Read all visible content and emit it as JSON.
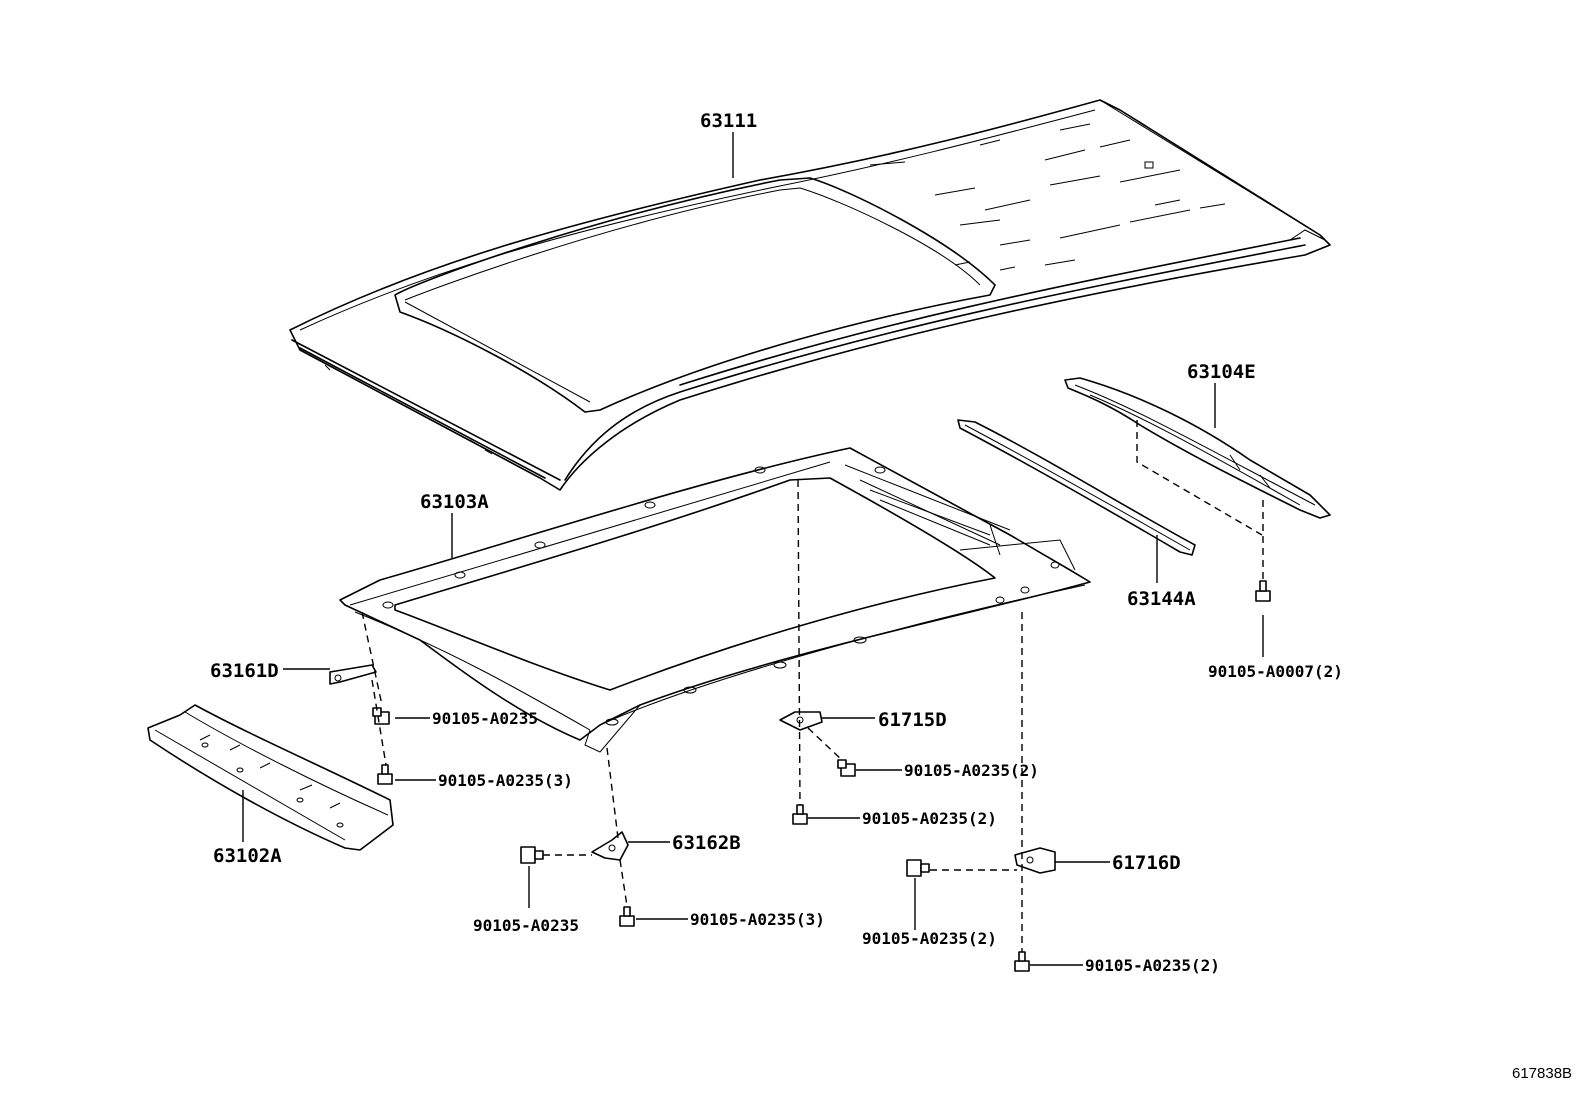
{
  "diagram_id": "617838B",
  "labels": {
    "roof_panel": "63111",
    "roof_frame": "63103A",
    "rear_bow": "63104E",
    "roof_bow": "63144A",
    "front_header": "63102A",
    "bracket_left": "63161D",
    "bracket_center": "63162B",
    "bracket_a": "61715D",
    "bracket_b": "61716D",
    "bolt_a0007_2": "90105-A0007(2)",
    "bolt_a0235_upper_left": "90105-A0235",
    "bolt_a0235_3_left": "90105-A0235(3)",
    "bolt_a0235_center_side": "90105-A0235",
    "bolt_a0235_3_center": "90105-A0235(3)",
    "bolt_a0235_2_61715_side": "90105-A0235(2)",
    "bolt_a0235_2_61715_low": "90105-A0235(2)",
    "bolt_a0235_2_61716_side": "90105-A0235(2)",
    "bolt_a0235_2_61716_low": "90105-A0235(2)"
  }
}
